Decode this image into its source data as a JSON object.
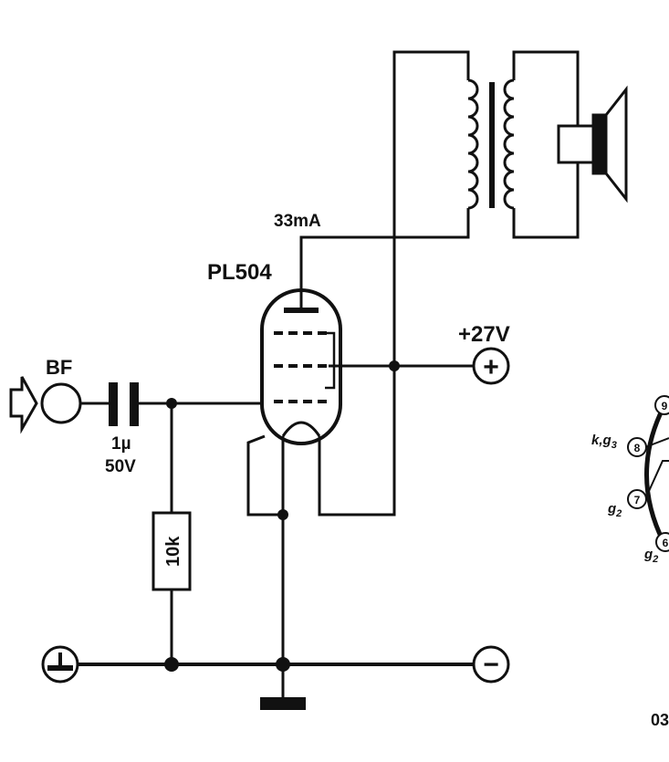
{
  "labels": {
    "tube": "PL504",
    "anode_current": "33mA",
    "supply": "+27V",
    "input": "BF",
    "cap_value": "1µ",
    "cap_voltage": "50V",
    "resistor": "10k",
    "pin_kg3": "k,g",
    "pin_kg3_sub": "3",
    "pin_g2a": "g",
    "pin_g2a_sub": "2",
    "pin_g2b": "g",
    "pin_g2b_sub": "2",
    "pin9": "9",
    "pin8": "8",
    "pin7": "7",
    "pin6": "6",
    "ref_code": "03"
  },
  "terminals": {
    "plus_symbol": "+",
    "minus_symbol": "−"
  },
  "colors": {
    "ink": "#111111",
    "background": "#ffffff"
  }
}
